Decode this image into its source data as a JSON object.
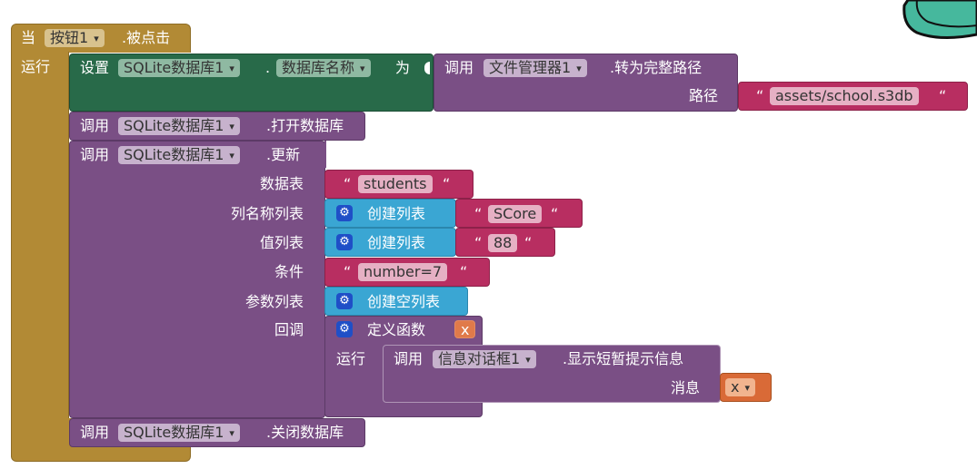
{
  "event": {
    "when": "当",
    "component": "按钮1",
    "handler": ".被点击",
    "do": "运行"
  },
  "set_block": {
    "set": "设置",
    "component": "SQLite数据库1",
    "dot": ".",
    "property": "数据库名称",
    "to": "为"
  },
  "filemanager": {
    "call": "调用",
    "component": "文件管理器1",
    "method": ".转为完整路径",
    "path_label": "路径",
    "path_value": "assets/school.s3db"
  },
  "open_db": {
    "call": "调用",
    "component": "SQLite数据库1",
    "method": ".打开数据库"
  },
  "update": {
    "call": "调用",
    "component": "SQLite数据库1",
    "method": ".更新",
    "table_label": "数据表",
    "table_value": "students",
    "columns_label": "列名称列表",
    "values_label": "值列表",
    "condition_label": "条件",
    "condition_value": "number=7",
    "args_label": "参数列表",
    "callback_label": "回调",
    "make_list": "创建列表",
    "column_item": "SCore",
    "value_item": "88",
    "empty_list": "创建空列表",
    "lambda": "定义函数",
    "param": "x",
    "do": "运行"
  },
  "notifier": {
    "call": "调用",
    "component": "信息对话框1",
    "method": ".显示短暂提示信息",
    "message_label": "消息",
    "message_var": "x"
  },
  "close_db": {
    "call": "调用",
    "component": "SQLite数据库1",
    "method": ".关闭数据库"
  },
  "text_quote": "“",
  "colors": {
    "event": "#b28a35",
    "procedure": "#7a4f85",
    "setter": "#286a49",
    "text": "#b82e61",
    "list": "#3aa6d3",
    "variable": "#d96a37"
  }
}
